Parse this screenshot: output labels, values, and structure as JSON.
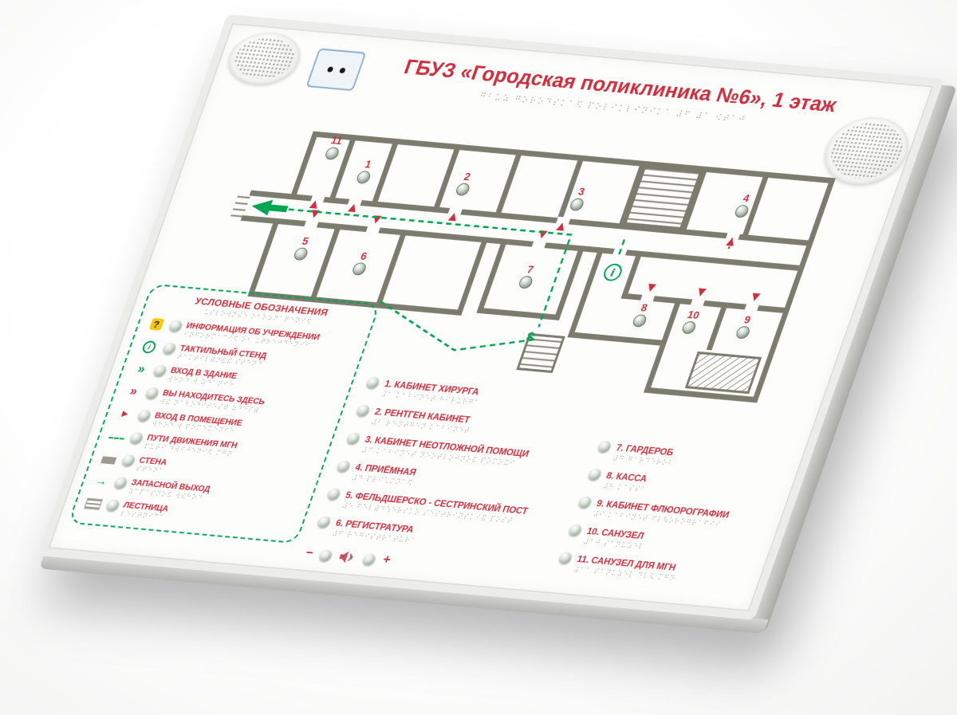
{
  "title": {
    "text": "ГБУЗ «Городская поликлиника №6», 1 этаж",
    "braille": "⠛⠃⠥⠵ ⠛⠕⠗⠕⠙⠎⠅⠁⠫ ⠏⠕⠇⠊⠅⠇⠊⠝⠊⠅⠁ ⠼⠋ ⠼⠁ ⠪⠞⠁⠚"
  },
  "legend": {
    "title": "УСЛОВНЫЕ ОБОЗНАЧЕНИЯ",
    "title_braille": "⠥⠎⠇⠕⠺⠝⠮⠑ ⠕⠃⠕⠵⠝⠁⠟⠑⠝⠊⠫",
    "items": [
      {
        "label": "ИНФОРМАЦИЯ ОБ УЧРЕЖДЕНИИ",
        "braille": "⠊⠝⠋⠕⠗⠍⠁⠉⠊⠫ ⠕⠃ ⠥⠟⠗⠑⠚⠙⠑⠝⠊⠊",
        "glyph": "?"
      },
      {
        "label": "ТАКТИЛЬНЫЙ СТЕНД",
        "braille": "⠞⠁⠅⠞⠊⠇⠾⠝⠮⠯ ⠎⠞⠑⠝⠙",
        "glyph": "i"
      },
      {
        "label": "ВХОД В ЗДАНИЕ",
        "braille": "⠺⠓⠕⠙ ⠺ ⠵⠙⠁⠝⠊⠑",
        "glyph": "»"
      },
      {
        "label": "ВЫ НАХОДИТЕСЬ ЗДЕСЬ",
        "braille": "⠺⠮ ⠝⠁⠓⠕⠙⠊⠞⠑⠎⠾ ⠵⠙⠑⠎⠾",
        "glyph": "»"
      },
      {
        "label": "ВХОД В ПОМЕЩЕНИЕ",
        "braille": "⠺⠓⠕⠙ ⠺ ⠏⠕⠍⠑⠭⠑⠝⠊⠑",
        "glyph": "▶"
      },
      {
        "label": "ПУТИ ДВИЖЕНИЯ МГН",
        "braille": "⠏⠥⠞⠊ ⠙⠺⠊⠚⠑⠝⠊⠫ ⠍⠛⠝",
        "glyph": ""
      },
      {
        "label": "СТЕНА",
        "braille": "⠎⠞⠑⠝⠁",
        "glyph": ""
      },
      {
        "label": "ЗАПАСНОЙ ВЫХОД",
        "braille": "⠵⠁⠏⠁⠎⠝⠕⠯ ⠺⠮⠓⠕⠙",
        "glyph": "→"
      },
      {
        "label": "ЛЕСТНИЦА",
        "braille": "⠇⠑⠎⠞⠝⠊⠉⠁",
        "glyph": ""
      }
    ]
  },
  "rooms": {
    "column1": [
      {
        "label": "1. КАБИНЕТ ХИРУРГА",
        "braille": "⠼⠁ ⠅⠁⠃⠊⠝⠑⠞ ⠓⠊⠗⠥⠗⠛⠁"
      },
      {
        "label": "2. РЕНТГЕН КАБИНЕТ",
        "braille": "⠼⠃ ⠗⠑⠝⠞⠛⠑⠝ ⠅⠁⠃⠊⠝⠑⠞"
      },
      {
        "label": "3. КАБИНЕТ НЕОТЛОЖНОЙ ПОМОЩИ",
        "braille": "⠼⠉ ⠅⠁⠃⠊⠝⠑⠞ ⠝⠑⠕⠞⠇⠕⠚⠝⠕⠯ ⠏⠕⠍⠕⠭⠊"
      },
      {
        "label": "4. ПРИЁМНАЯ",
        "braille": "⠼⠙ ⠏⠗⠊⠡⠍⠝⠁⠫"
      },
      {
        "label": "5. ФЕЛЬДШЕРСКО - СЕСТРИНСКИЙ ПОСТ",
        "braille": "⠼⠑ ⠋⠑⠇⠾⠙⠱⠑⠗⠎⠅⠕ ⠎⠑⠎⠞⠗⠊⠝⠎⠅⠊⠯ ⠏⠕⠎⠞"
      },
      {
        "label": "6. РЕГИСТРАТУРА",
        "braille": "⠼⠋ ⠗⠑⠛⠊⠎⠞⠗⠁⠞⠥⠗⠁"
      }
    ],
    "column2": [
      {
        "label": "7. ГАРДЕРОБ",
        "braille": "⠼⠛ ⠛⠁⠗⠙⠑⠗⠕⠃"
      },
      {
        "label": "8. КАССА",
        "braille": "⠼⠓ ⠅⠁⠎⠎⠁"
      },
      {
        "label": "9. КАБИНЕТ ФЛЮОРОГРАФИИ",
        "braille": "⠼⠊ ⠅⠁⠃⠊⠝⠑⠞ ⠋⠇⠳⠕⠗⠕⠛⠗⠁⠋⠊⠊"
      },
      {
        "label": "10. САНУЗЕЛ",
        "braille": "⠼⠁⠚ ⠎⠁⠝⠥⠵⠑⠇"
      },
      {
        "label": "11. САНУЗЕЛ ДЛЯ МГН",
        "braille": "⠼⠁⠁ ⠎⠁⠝⠥⠵⠑⠇ ⠙⠇⠫ ⠍⠛⠝"
      }
    ]
  },
  "map": {
    "markers": [
      "11",
      "1",
      "2",
      "3",
      "4",
      "5",
      "6",
      "7",
      "8",
      "10",
      "9"
    ],
    "info_glyph": "i",
    "chevron_glyph": "»"
  },
  "volume": {
    "minus": "−",
    "plus": "+"
  },
  "colors": {
    "accent_red": "#d22d3d",
    "accent_green": "#00a651",
    "wall": "#7b7b6e",
    "braille_dots": "#b1b1ae"
  }
}
